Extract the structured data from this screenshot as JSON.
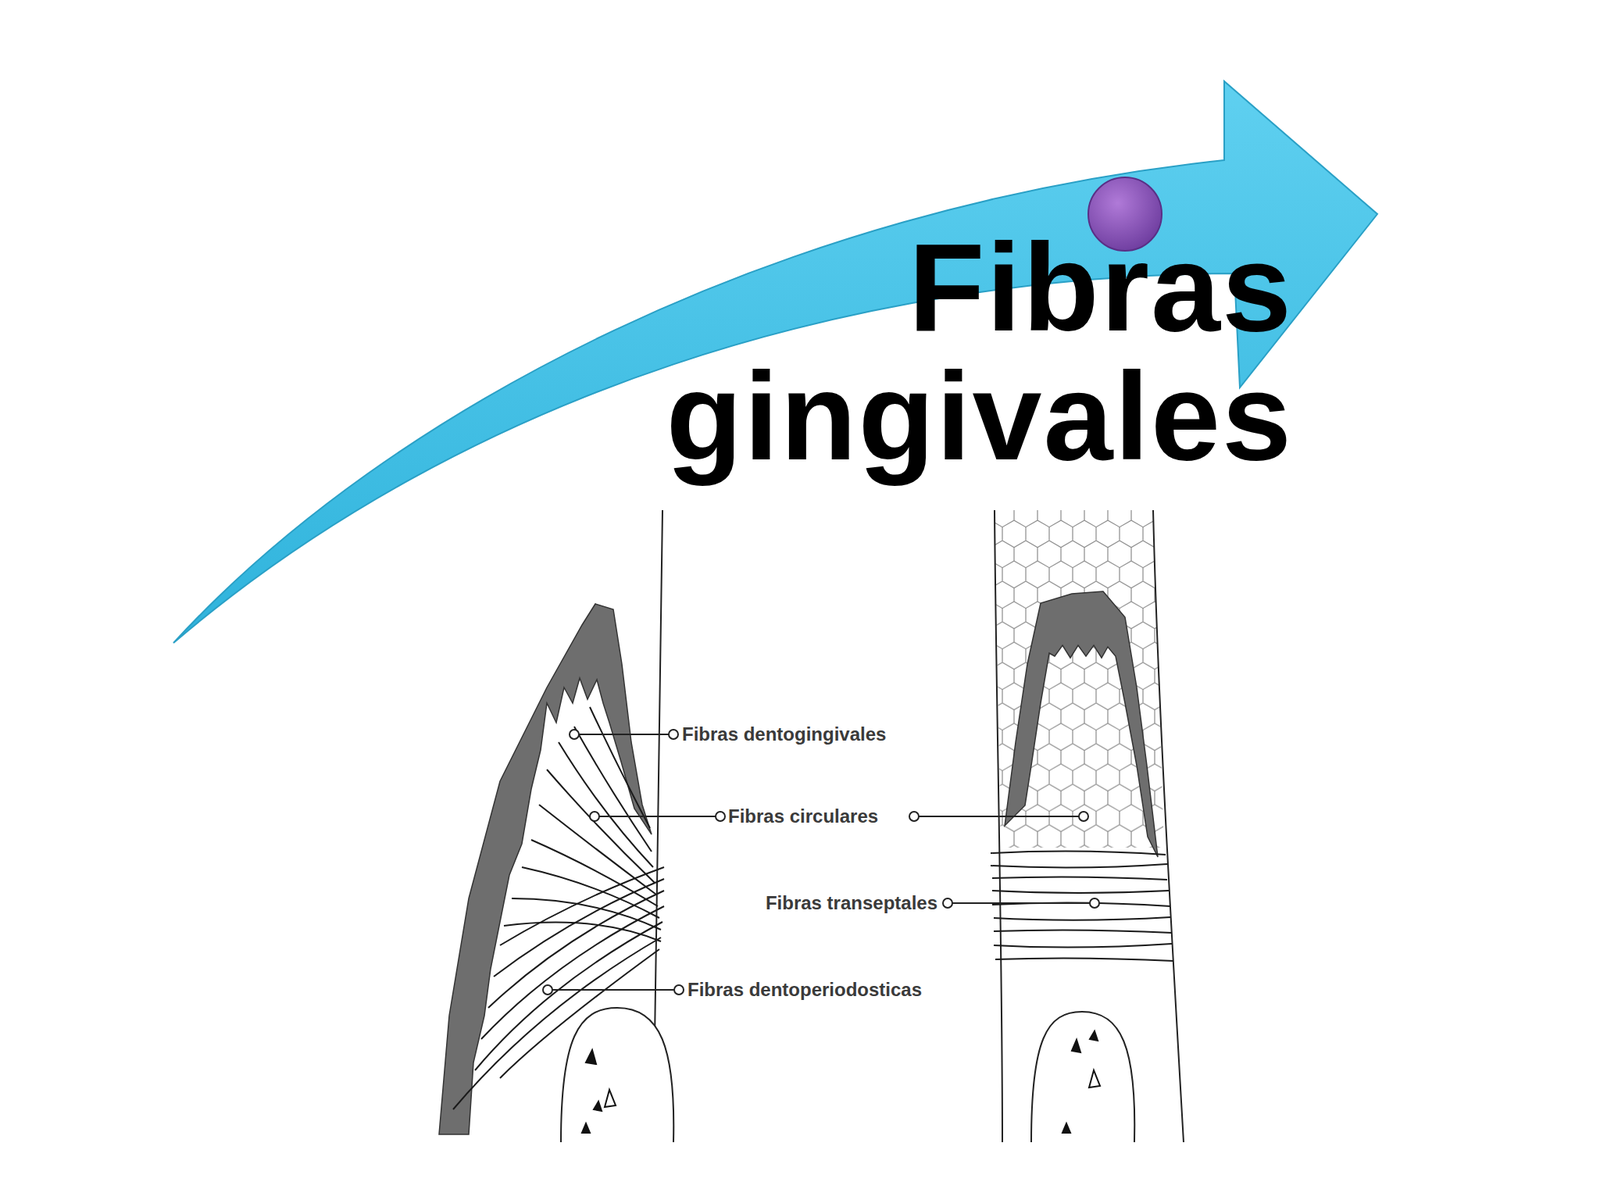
{
  "diagram": {
    "title": "Fibras gingivales",
    "labels": [
      "Fibras dentogingivales",
      "Fibras circulares",
      "Fibras transeptales",
      "Fibras dentoperiodosticas"
    ]
  }
}
